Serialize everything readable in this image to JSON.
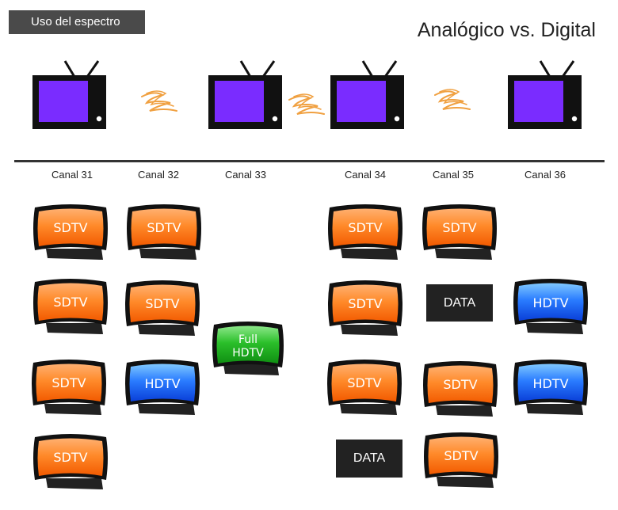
{
  "label": "Uso del espectro",
  "title": "Analógico vs. Digital",
  "channels": [
    "Canal 31",
    "Canal 32",
    "Canal 33",
    "Canal 34",
    "Canal 35",
    "Canal 36"
  ],
  "screens": {
    "sdtv": "SDTV",
    "hdtv": "HDTV",
    "full_hdtv_line1": "Full",
    "full_hdtv_line2": "HDTV",
    "data": "DATA"
  },
  "colors": {
    "analog_screen": "#7a2cff",
    "sdtv": "#ff7a18",
    "hdtv": "#1a6cff",
    "full_hdtv": "#22b02a",
    "data_block": "#222222",
    "signal_wave": "#f0a040"
  }
}
